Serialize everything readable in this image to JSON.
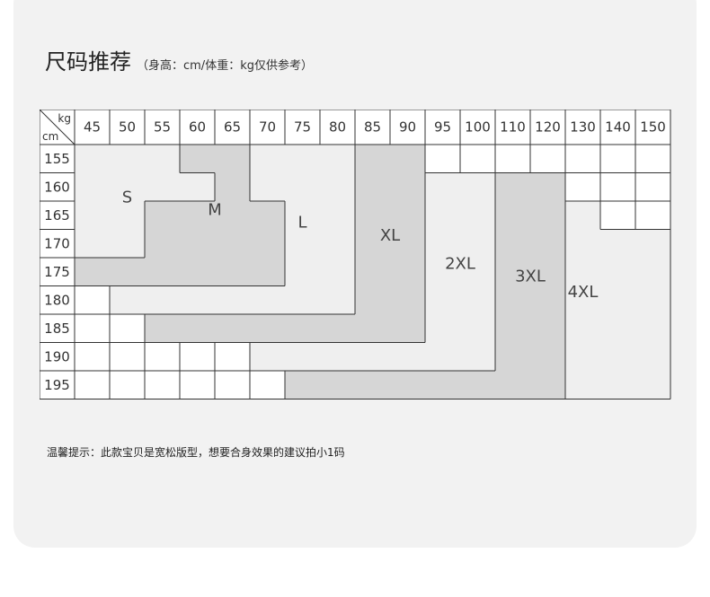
{
  "header": {
    "title": "尺码推荐",
    "subtitle": "（身高：cm/体重：kg仅供参考）"
  },
  "table": {
    "corner_top": "kg",
    "corner_bottom": "cm",
    "weights": [
      "45",
      "50",
      "55",
      "60",
      "65",
      "70",
      "75",
      "80",
      "85",
      "90",
      "95",
      "100",
      "110",
      "120",
      "130",
      "140",
      "150"
    ],
    "heights": [
      "155",
      "160",
      "165",
      "170",
      "175",
      "180",
      "185",
      "190",
      "195"
    ],
    "zones": [
      {
        "label": "S",
        "color": "#efefef",
        "cells": [
          [
            0,
            0
          ],
          [
            0,
            1
          ],
          [
            0,
            2
          ],
          [
            1,
            0
          ],
          [
            1,
            1
          ],
          [
            1,
            2
          ],
          [
            1,
            3
          ],
          [
            2,
            0
          ],
          [
            2,
            1
          ],
          [
            3,
            0
          ],
          [
            3,
            1
          ]
        ]
      },
      {
        "label": "M",
        "color": "#d6d6d6",
        "cells": [
          [
            0,
            3
          ],
          [
            0,
            4
          ],
          [
            1,
            4
          ],
          [
            2,
            2
          ],
          [
            2,
            3
          ],
          [
            2,
            4
          ],
          [
            2,
            5
          ],
          [
            3,
            2
          ],
          [
            3,
            3
          ],
          [
            3,
            4
          ],
          [
            3,
            5
          ],
          [
            4,
            0
          ],
          [
            4,
            1
          ],
          [
            4,
            2
          ],
          [
            4,
            3
          ],
          [
            4,
            4
          ],
          [
            4,
            5
          ]
        ]
      },
      {
        "label": "L",
        "color": "#efefef",
        "cells": [
          [
            0,
            5
          ],
          [
            0,
            6
          ],
          [
            0,
            7
          ],
          [
            1,
            5
          ],
          [
            1,
            6
          ],
          [
            1,
            7
          ],
          [
            2,
            6
          ],
          [
            2,
            7
          ],
          [
            3,
            6
          ],
          [
            3,
            7
          ],
          [
            4,
            6
          ],
          [
            4,
            7
          ],
          [
            5,
            1
          ],
          [
            5,
            2
          ],
          [
            5,
            3
          ],
          [
            5,
            4
          ],
          [
            5,
            5
          ],
          [
            5,
            6
          ],
          [
            5,
            7
          ]
        ]
      },
      {
        "label": "XL",
        "color": "#d6d6d6",
        "cells": [
          [
            0,
            8
          ],
          [
            0,
            9
          ],
          [
            1,
            8
          ],
          [
            1,
            9
          ],
          [
            2,
            8
          ],
          [
            2,
            9
          ],
          [
            3,
            8
          ],
          [
            3,
            9
          ],
          [
            4,
            8
          ],
          [
            4,
            9
          ],
          [
            5,
            8
          ],
          [
            5,
            9
          ],
          [
            6,
            2
          ],
          [
            6,
            3
          ],
          [
            6,
            4
          ],
          [
            6,
            5
          ],
          [
            6,
            6
          ],
          [
            6,
            7
          ],
          [
            6,
            8
          ],
          [
            6,
            9
          ]
        ]
      },
      {
        "label": "2XL",
        "color": "#efefef",
        "cells": [
          [
            1,
            10
          ],
          [
            1,
            11
          ],
          [
            2,
            10
          ],
          [
            2,
            11
          ],
          [
            3,
            10
          ],
          [
            3,
            11
          ],
          [
            4,
            10
          ],
          [
            4,
            11
          ],
          [
            5,
            10
          ],
          [
            5,
            11
          ],
          [
            6,
            10
          ],
          [
            6,
            11
          ],
          [
            7,
            5
          ],
          [
            7,
            6
          ],
          [
            7,
            7
          ],
          [
            7,
            8
          ],
          [
            7,
            9
          ],
          [
            7,
            10
          ],
          [
            7,
            11
          ]
        ]
      },
      {
        "label": "3XL",
        "color": "#d6d6d6",
        "cells": [
          [
            1,
            12
          ],
          [
            1,
            13
          ],
          [
            2,
            12
          ],
          [
            2,
            13
          ],
          [
            3,
            12
          ],
          [
            3,
            13
          ],
          [
            4,
            12
          ],
          [
            4,
            13
          ],
          [
            5,
            12
          ],
          [
            5,
            13
          ],
          [
            6,
            12
          ],
          [
            6,
            13
          ],
          [
            7,
            12
          ],
          [
            7,
            13
          ],
          [
            8,
            6
          ],
          [
            8,
            7
          ],
          [
            8,
            8
          ],
          [
            8,
            9
          ],
          [
            8,
            10
          ],
          [
            8,
            11
          ],
          [
            8,
            12
          ],
          [
            8,
            13
          ]
        ]
      },
      {
        "label": "4XL",
        "color": "#efefef",
        "cells": [
          [
            2,
            14
          ],
          [
            3,
            14
          ],
          [
            3,
            15
          ],
          [
            3,
            16
          ],
          [
            4,
            14
          ],
          [
            4,
            15
          ],
          [
            4,
            16
          ],
          [
            5,
            14
          ],
          [
            5,
            15
          ],
          [
            5,
            16
          ],
          [
            6,
            14
          ],
          [
            6,
            15
          ],
          [
            6,
            16
          ],
          [
            7,
            14
          ],
          [
            7,
            15
          ],
          [
            7,
            16
          ],
          [
            8,
            14
          ],
          [
            8,
            15
          ],
          [
            8,
            16
          ]
        ]
      }
    ]
  },
  "tip": "温馨提示：此款宝贝是宽松版型，想要合身效果的建议拍小1码"
}
